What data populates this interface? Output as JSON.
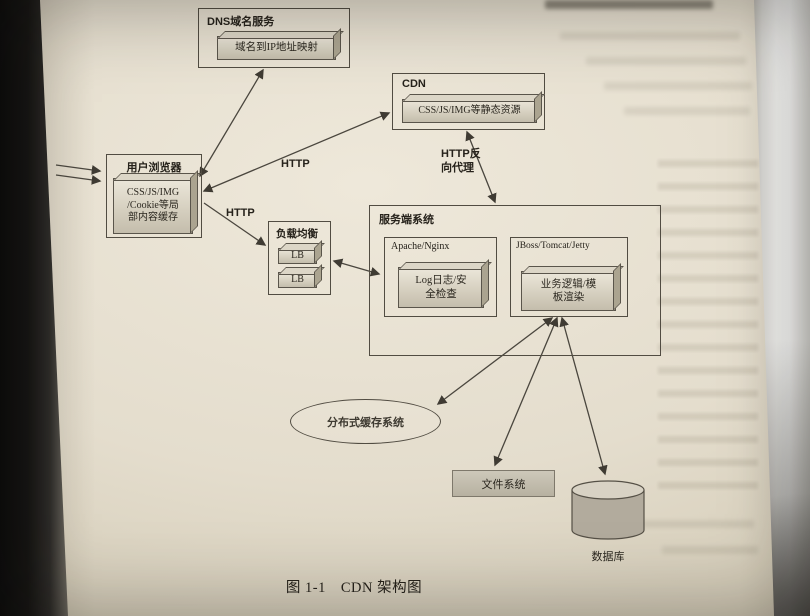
{
  "diagram": {
    "dns": {
      "title": "DNS域名服务",
      "inner": "域名到IP地址映射"
    },
    "cdn": {
      "title": "CDN",
      "inner": "CSS/JS/IMG等静态资源"
    },
    "browser": {
      "title": "用户浏览器",
      "inner": "CSS/JS/IMG\n/Cookie等局\n部内容缓存"
    },
    "load_balancer": {
      "title": "负载均衡",
      "nodes": [
        "LB",
        "LB"
      ]
    },
    "server_system": {
      "title": "服务端系统",
      "web_server": {
        "title": "Apache/Nginx",
        "module": "Log日志/安\n全检查"
      },
      "app_server": {
        "title": "JBoss/Tomcat/Jetty",
        "module": "业务逻辑/模\n板渲染"
      }
    },
    "distributed_cache": {
      "label": "分布式缓存系统"
    },
    "file_system": {
      "label": "文件系统"
    },
    "database": {
      "label": "数据库"
    },
    "edge_labels": {
      "http_to_cdn": "HTTP",
      "http_to_lb": "HTTP",
      "reverse_proxy": "HTTP反\n向代理"
    }
  },
  "caption": "图 1-1　CDN 架构图"
}
